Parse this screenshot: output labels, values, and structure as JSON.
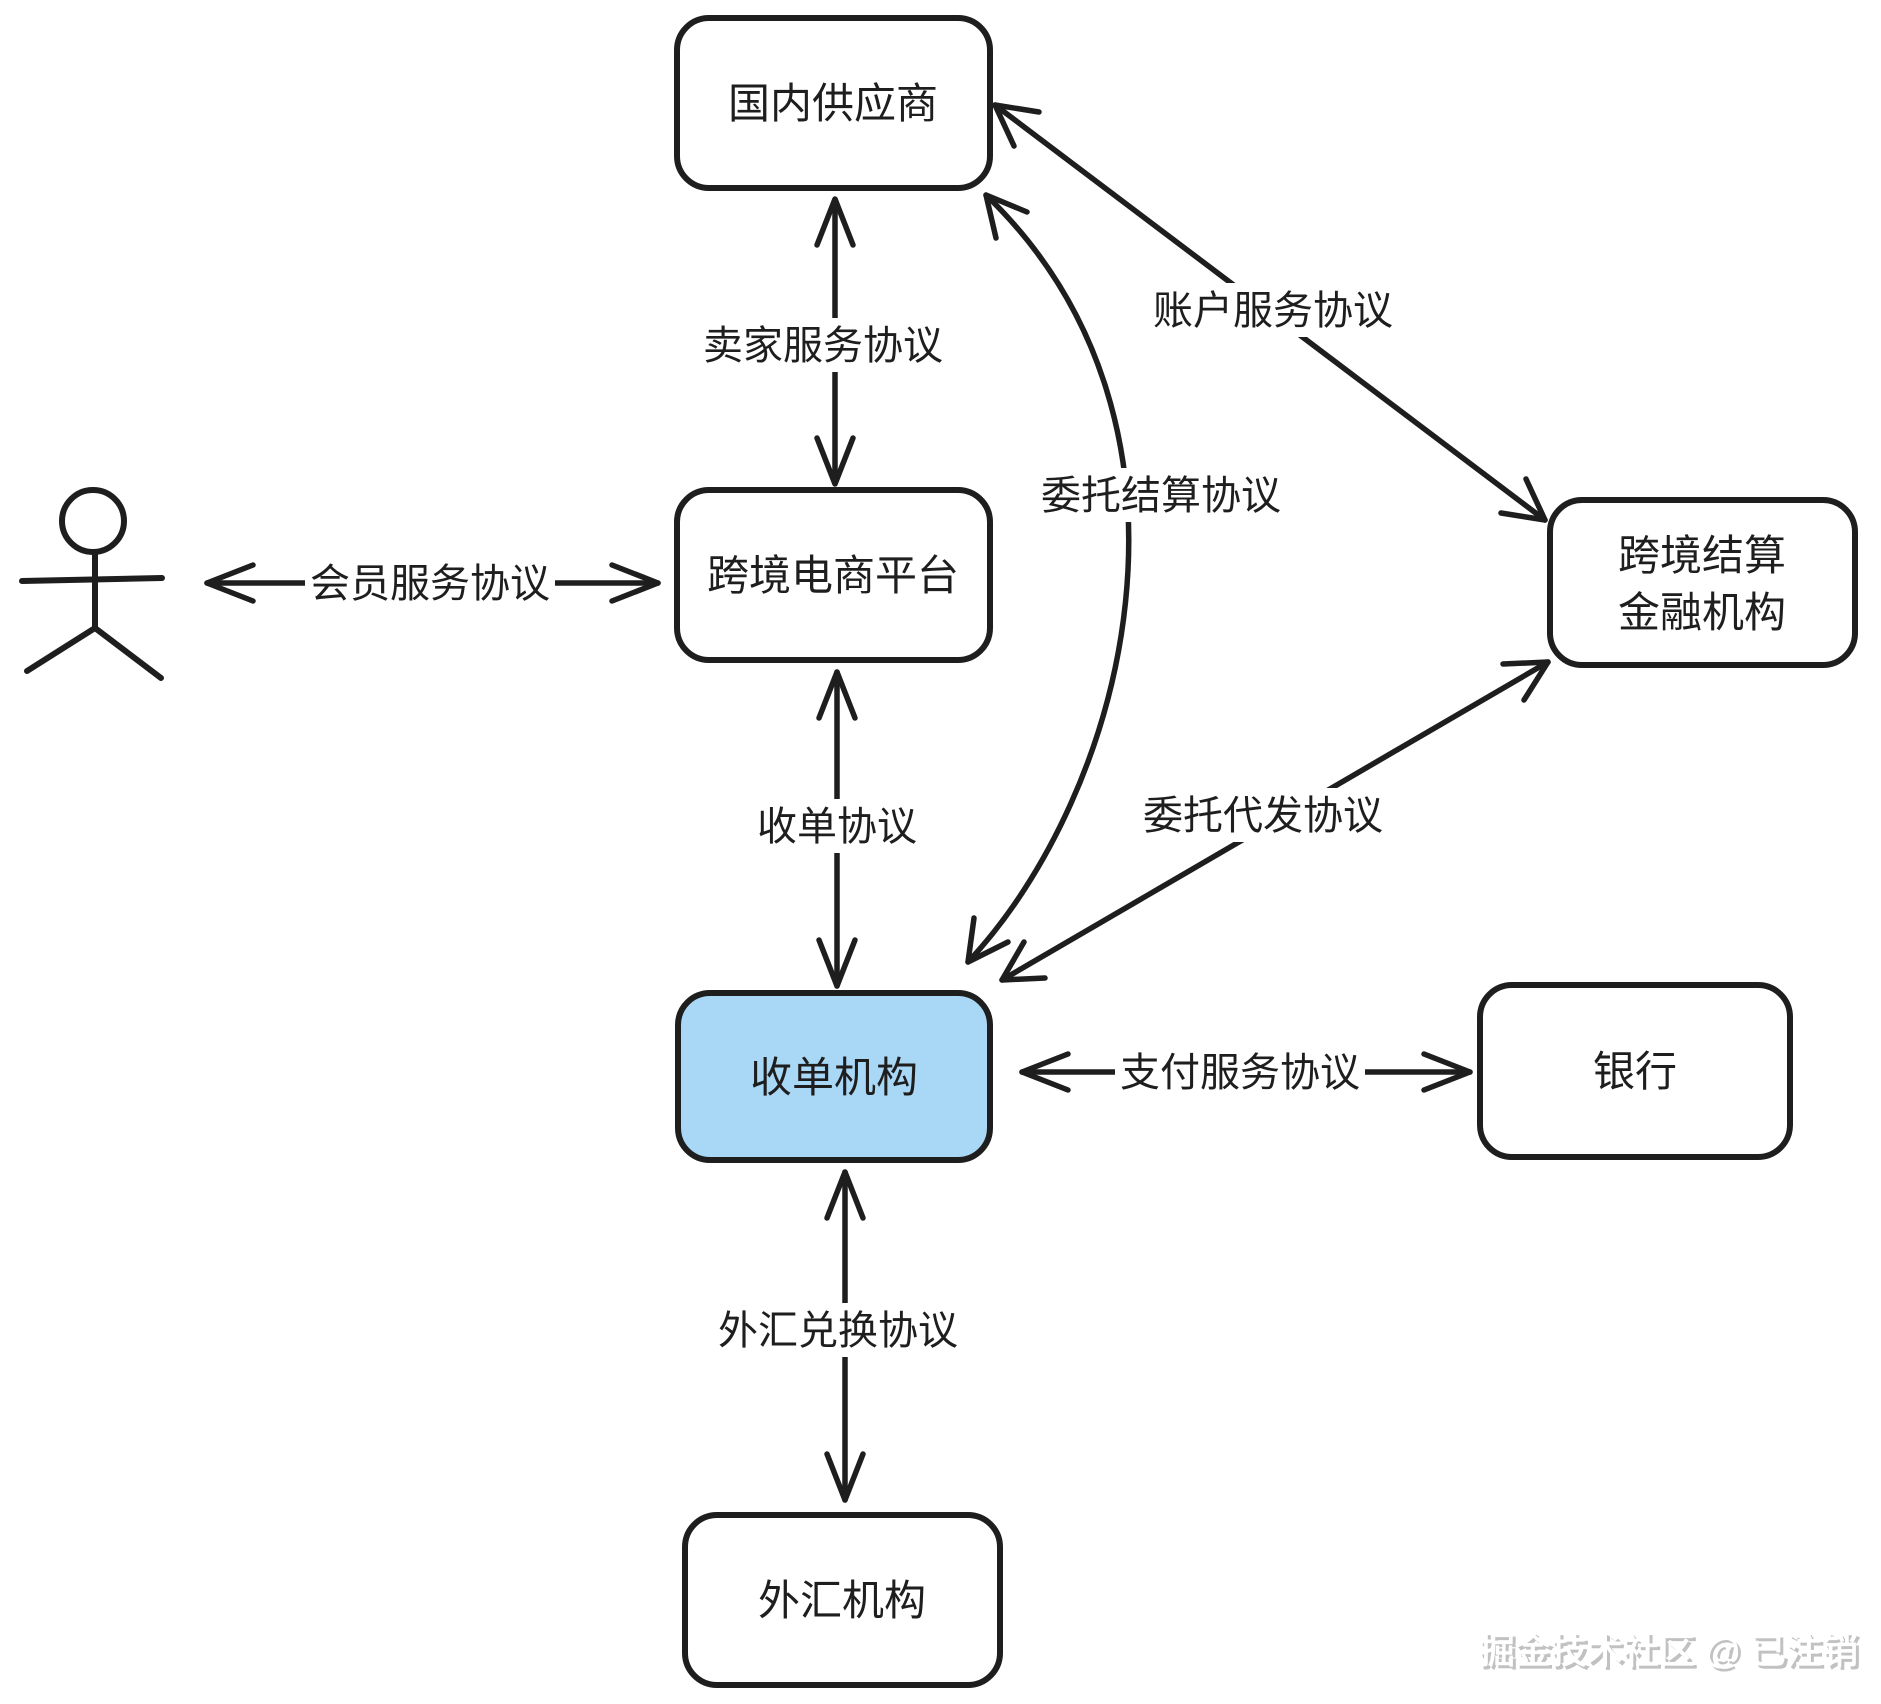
{
  "diagram": {
    "nodes": {
      "domestic_supplier": "国内供应商",
      "ecommerce_platform": "跨境电商平台",
      "settlement_institution": {
        "line1": "跨境结算",
        "line2": "金融机构"
      },
      "acquirer": "收单机构",
      "bank": "银行",
      "fx_institution": "外汇机构"
    },
    "edges": {
      "seller_agreement": "卖家服务协议",
      "member_agreement": "会员服务协议",
      "account_agreement": "账户服务协议",
      "entrusted_settlement_agreement": "委托结算协议",
      "acquiring_agreement": "收单协议",
      "entrusted_distribution_agreement": "委托代发协议",
      "payment_agreement": "支付服务协议",
      "fx_exchange_agreement": "外汇兑换协议"
    },
    "colors": {
      "stroke": "#1e1e1e",
      "acquirer_fill": "#a9d7f6",
      "background": "#ffffff"
    },
    "watermark": "掘金技术社区 @ 已注销"
  }
}
